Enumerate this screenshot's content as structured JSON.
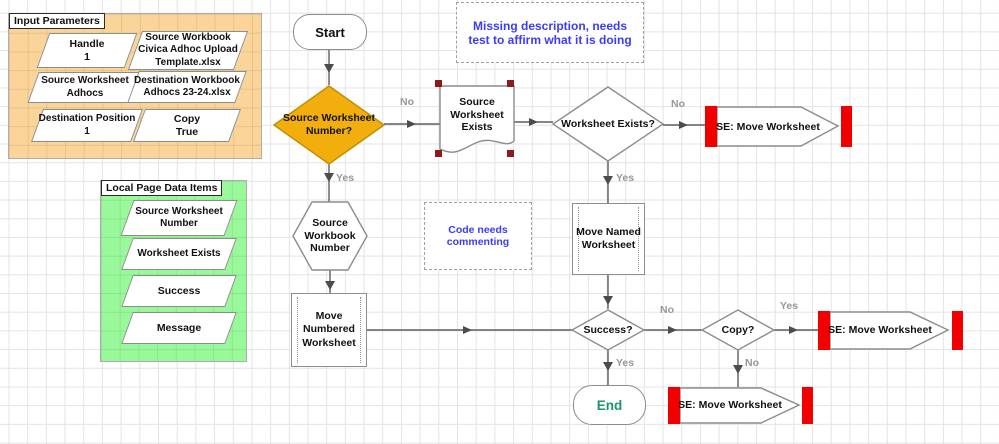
{
  "colors": {
    "orange-group": "#FAD498",
    "green-group": "#99F899",
    "gold": "#F1AE0C",
    "gold-border": "#BF8F06",
    "red-bar": "#F20000",
    "handle-red": "#8B1A1A",
    "note-blue": "#3B3BFB",
    "end-green": "#17976A",
    "line": "#5E5E5E",
    "edge-label": "#979797",
    "shape-border": "#8C8C8C"
  },
  "groups": {
    "input": {
      "title": "Input Parameters",
      "items": [
        {
          "name": "Handle",
          "value": "1"
        },
        {
          "name": "Source Workbook",
          "value": "Civica Adhoc Upload Template.xlsx"
        },
        {
          "name": "Source Worksheet",
          "value": "Adhocs"
        },
        {
          "name": "Destination Workbook",
          "value": "Adhocs 23-24.xlsx"
        },
        {
          "name": "Destination Position",
          "value": "1"
        },
        {
          "name": "Copy",
          "value": "True"
        }
      ]
    },
    "locals": {
      "title": "Local Page Data Items",
      "items": [
        {
          "name": "Source Worksheet Number"
        },
        {
          "name": "Worksheet Exists"
        },
        {
          "name": "Success"
        },
        {
          "name": "Message"
        }
      ]
    }
  },
  "stages": {
    "start": "Start",
    "end": "End",
    "decision1": "Source Worksheet Number?",
    "document1": "Source Worksheet Exists",
    "decision2": "Worksheet Exists?",
    "hexagon1": "Source Workbook Number",
    "page_named": "Move Named Worksheet",
    "page_numbered": "Move Numbered Worksheet",
    "decision3": "Success?",
    "decision4": "Copy?",
    "subsheet1": "SE: Move Worksheet",
    "subsheet2": "SE: Move Worksheet",
    "subsheet3": "SE: Move Worksheet"
  },
  "annotations": {
    "note1": "Missing description, needs test to affirm what it is doing",
    "note2": "Code needs commenting"
  },
  "edge_labels": {
    "yes": "Yes",
    "no": "No"
  }
}
